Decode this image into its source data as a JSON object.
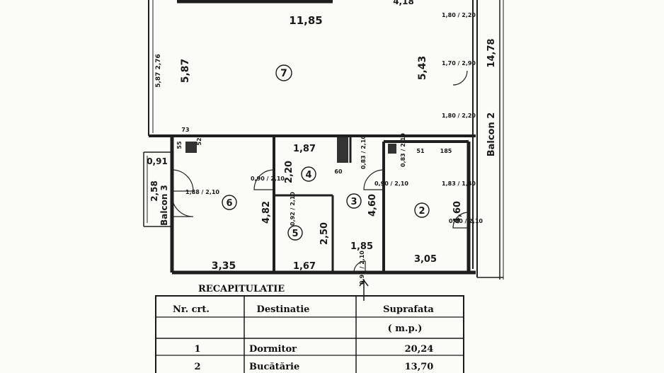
{
  "plan": {
    "room7": {
      "number": "7",
      "width": "11,85",
      "left": "5,87",
      "right": "5,43",
      "top_right": "4,18",
      "wall_note": "5,87\n2,76"
    },
    "balcony2": {
      "label": "Balcon 2",
      "length": "14,78"
    },
    "balcony3": {
      "label": "Balcon 3",
      "width": "0,91",
      "length": "2,58"
    },
    "windows_right": [
      "1,80 / 2,20",
      "1,70 / 2,90",
      "1,80 / 2,20"
    ],
    "room4": {
      "number": "4",
      "width": "1,87",
      "height": "2,20"
    },
    "room6": {
      "number": "6",
      "width": "3,35",
      "height": "4,82"
    },
    "room5": {
      "number": "5",
      "width": "1,67",
      "height": "2,50"
    },
    "room3": {
      "number": "3",
      "width": "1,85",
      "height": "4,60"
    },
    "room2": {
      "number": "2",
      "width": "3,05",
      "height": "4,60"
    },
    "doors": [
      "0,90 / 2,10",
      "0,90 / 2,10",
      "0,80 / 2,10",
      "0,93 / 2,10",
      "0,92 / 2,10",
      "0,83 / 2,10",
      "0,83 / 2,10",
      "1,83 / 1,40",
      "1,88 / 2,10"
    ],
    "small_marks": [
      "73",
      "55",
      "52",
      "60",
      "185",
      "51"
    ]
  },
  "summary": {
    "title": "RECAPITULATIE",
    "headers": [
      "Nr. crt.",
      "Destinatie",
      "Suprafata"
    ],
    "unit": "( m.p.)",
    "rows": [
      {
        "nr": "1",
        "destinatie": "Dormitor",
        "suprafata": "20,24"
      },
      {
        "nr": "2",
        "destinatie": "Bucătărie",
        "suprafata": "13,70"
      }
    ]
  }
}
